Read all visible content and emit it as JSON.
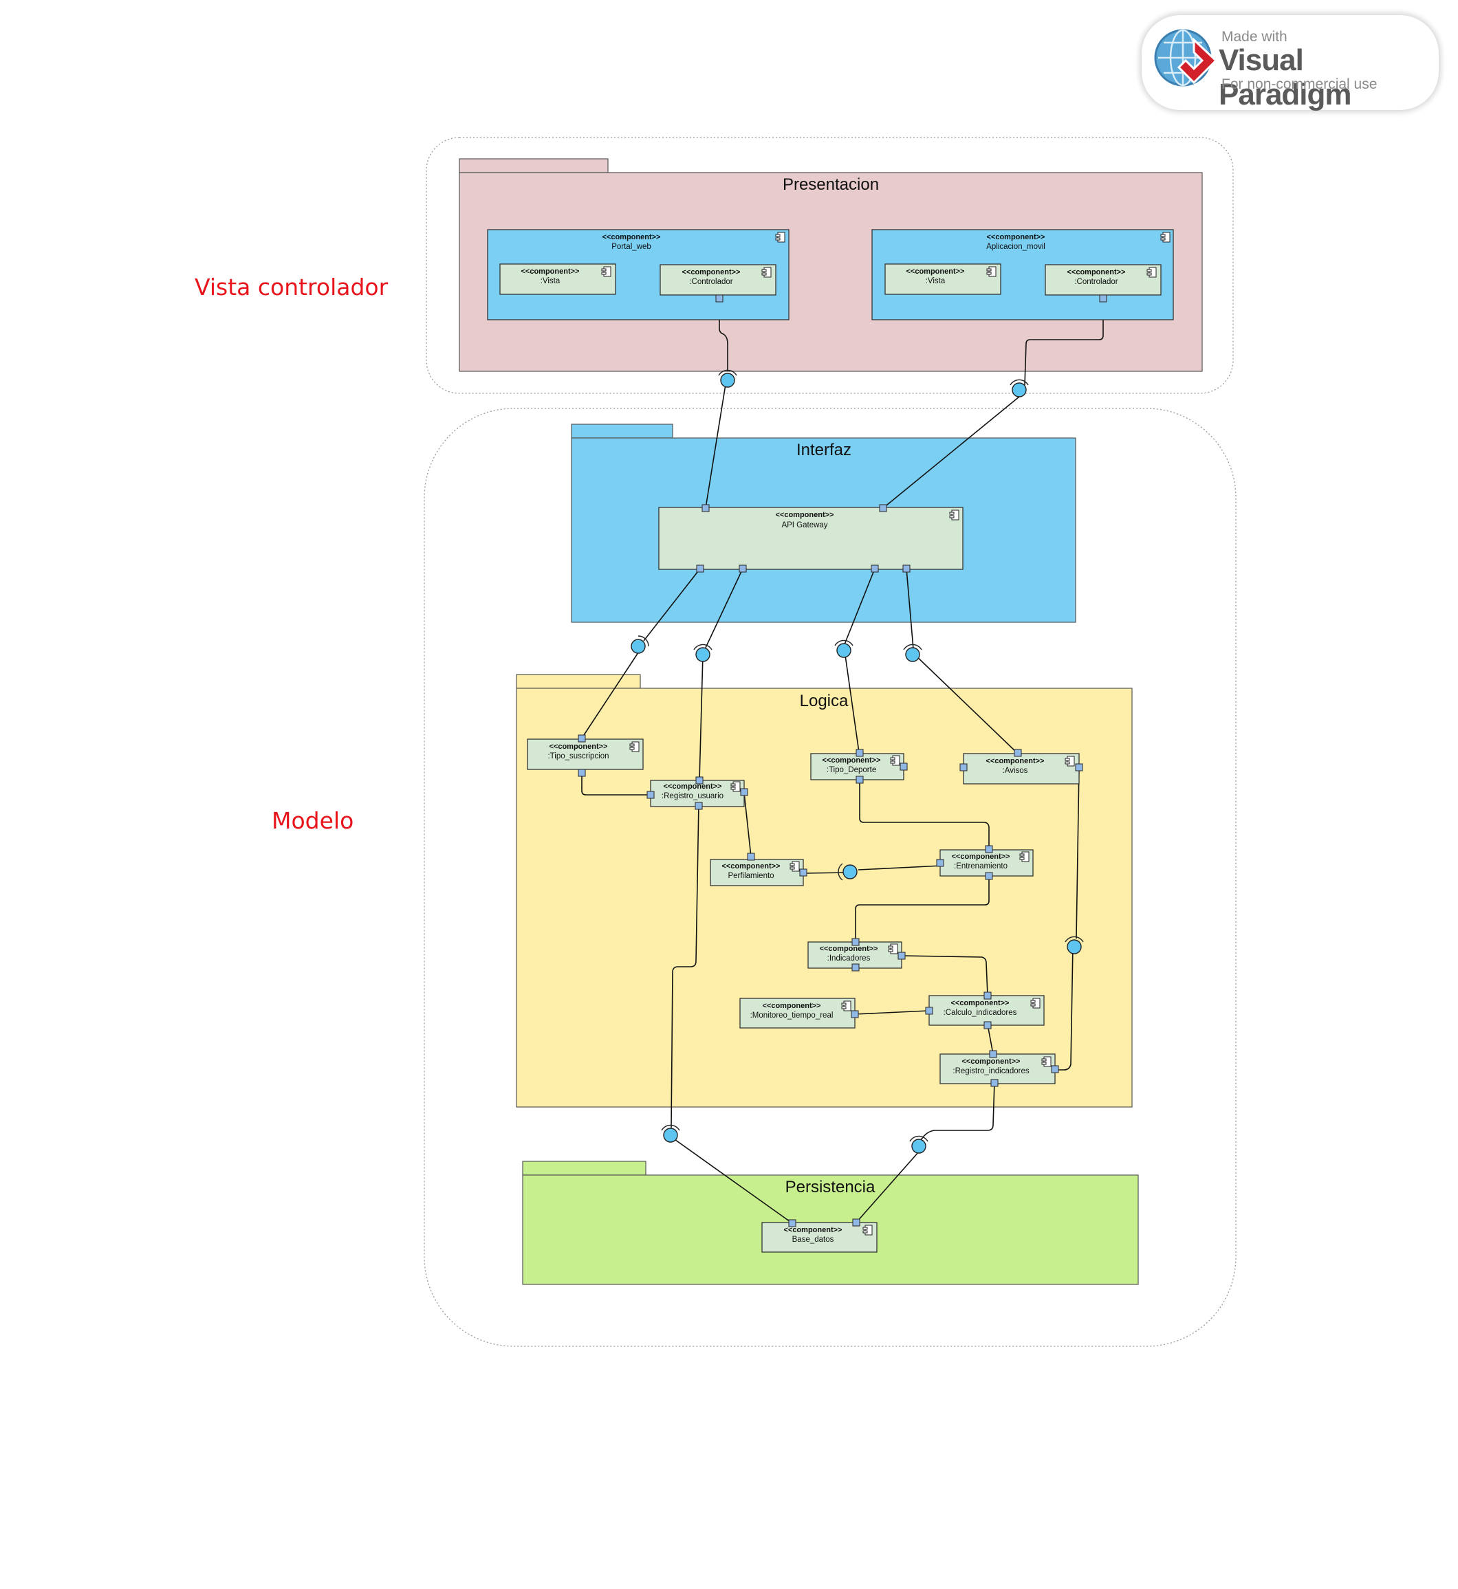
{
  "watermark": {
    "line1": "Made with",
    "line2": "Visual Paradigm",
    "line3": "For non-commercial use"
  },
  "side_labels": {
    "vista_controlador": "Vista controlador",
    "modelo": "Modelo"
  },
  "stereotype": "<<component>>",
  "packages": {
    "presentacion": {
      "title": "Presentacion",
      "color": "#e8cccd"
    },
    "interfaz": {
      "title": "Interfaz",
      "color": "#7acff3"
    },
    "logica": {
      "title": "Logica",
      "color": "#fdeeaa"
    },
    "persistencia": {
      "title": "Persistencia",
      "color": "#c7ef8d"
    }
  },
  "components": {
    "portal_web": "Portal_web",
    "portal_vista": ":Vista",
    "portal_controlador": ":Controlador",
    "aplicacion_movil": "Aplicacion_movil",
    "movil_vista": ":Vista",
    "movil_controlador": ":Controlador",
    "api_gateway": "API Gateway",
    "tipo_suscripcion": ":Tipo_suscripcion",
    "registro_usuario": ":Registro_usuario",
    "tipo_deporte": ":Tipo_Deporte",
    "avisos": ":Avisos",
    "perfilamiento": "Perfilamiento",
    "entrenamiento": ":Entrenamiento",
    "indicadores": ":Indicadores",
    "monitoreo": ":Monitoreo_tiempo_real",
    "calculo_indicadores": ":Calculo_indicadores",
    "registro_indicadores": ":Registro_indicadores",
    "base_datos": "Base_datos"
  },
  "colors": {
    "component_fill": "#d5e8d4",
    "container_fill": "#7acff3",
    "port_fill": "#8fb8e6",
    "interface_fill": "#5ec4f0",
    "side_label": "#e8141c"
  }
}
